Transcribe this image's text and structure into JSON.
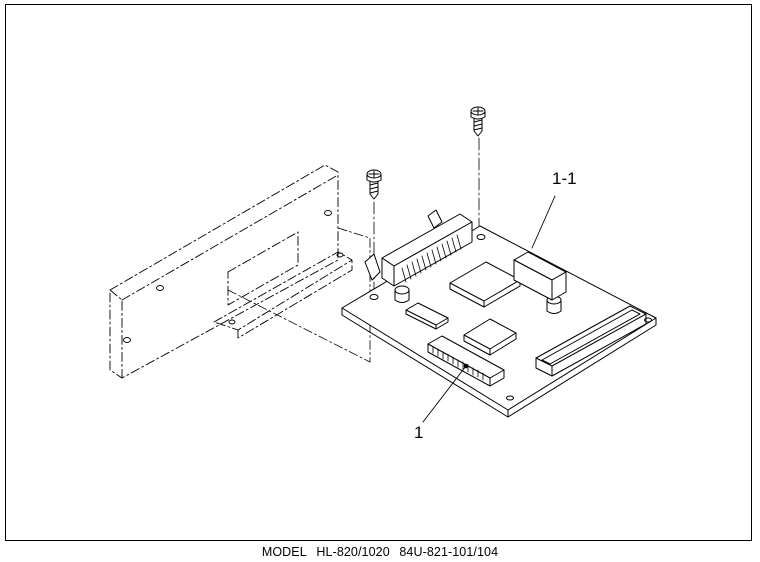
{
  "callouts": {
    "part_1": "1",
    "part_1_1": "1-1"
  },
  "footer": {
    "model_label": "MODEL",
    "model_number": "HL-820/1020",
    "code": "84U-821-101/104"
  }
}
